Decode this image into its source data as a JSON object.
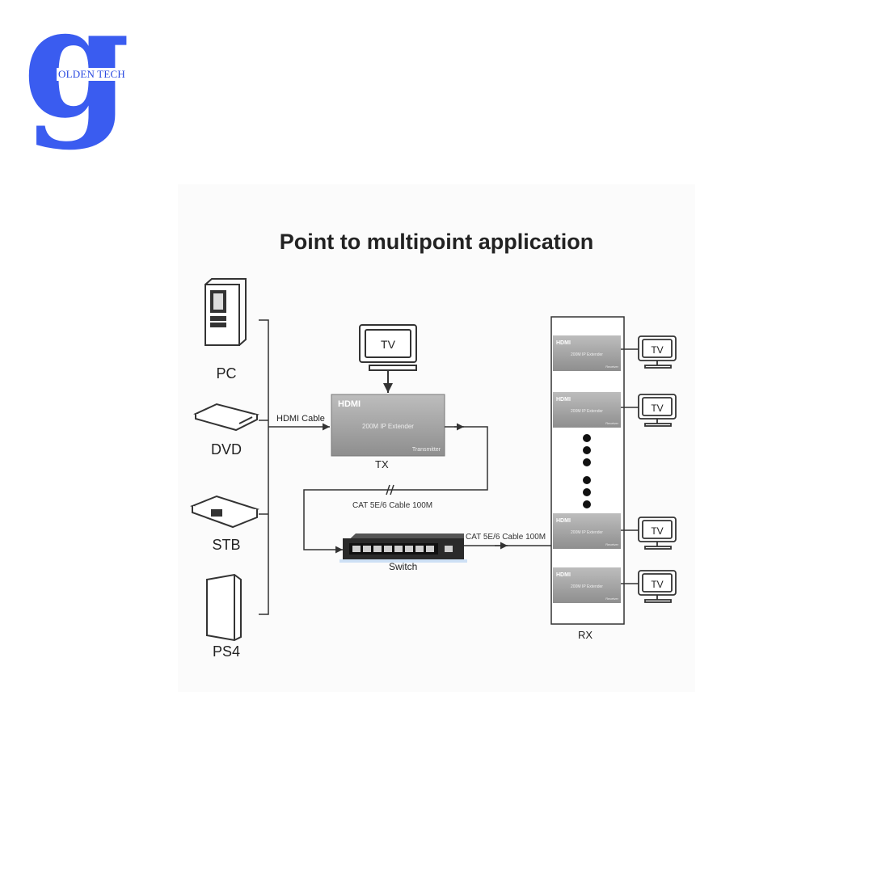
{
  "logo": {
    "letter": "g",
    "text": "OLDEN TECH",
    "brand_color": "#3a5cf0"
  },
  "diagram": {
    "title": "Point to multipoint application",
    "sources": [
      "PC",
      "DVD",
      "STB",
      "PS4"
    ],
    "hdmi_cable": "HDMI Cable",
    "tv_label": "TV",
    "tx_label": "TX",
    "tx_device": {
      "brand": "HDMI",
      "model": "200M IP Extender",
      "role": "Transmitter"
    },
    "cat_cable_1": "CAT 5E/6 Cable 100M",
    "cat_cable_2": "CAT 5E/6 Cable 100M",
    "switch_label": "Switch",
    "rx_label": "RX",
    "rx_device": {
      "brand": "HDMI",
      "model": "200M IP Extender",
      "role": "Receiver"
    }
  }
}
